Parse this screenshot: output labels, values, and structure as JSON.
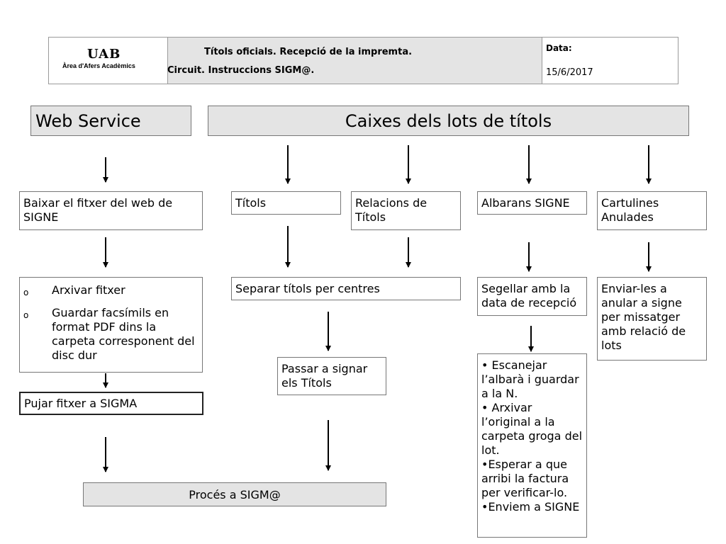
{
  "header": {
    "logo_text": "UAB",
    "logo_subtitle": "Àrea d'Afers Acadèmics",
    "title_line1": "Títols oficials. Recepció de la impremta.",
    "title_line2": "Circuit. Instruccions SIGM@.",
    "date_label": "Data:",
    "date_value": "15/6/2017"
  },
  "columns": {
    "web_service": {
      "heading": "Web Service",
      "step1": "Baixar el fitxer del web de SIGNE",
      "step2_items": [
        "Arxivar fitxer",
        "Guardar facsímils en format PDF dins la carpeta corresponent del disc dur"
      ],
      "step2_items_display": [
        "Arxivar fitxer",
        "Guardar facsímils en format PDF dins la carpeta corresponent del disc dur"
      ],
      "step3": "Pujar fitxer a SIGMA"
    },
    "caixes": {
      "heading": "Caixes dels lots de títols",
      "titols": "Títols",
      "relacions": "Relacions de Títols",
      "separar": "Separar títols per centres",
      "passar": "Passar a signar els Títols",
      "albarans": "Albarans SIGNE",
      "segellar": "Segellar amb la data de recepció",
      "albarans_items": [
        "• Escanejar l’albarà i guardar a la N.",
        "• Arxivar l’original a la carpeta groga del lot.",
        "•Esperar a que arribi la factura per verificar-lo.",
        "•Enviem a SIGNE"
      ],
      "cartulines": "Cartulines Anulades",
      "enviar": "Enviar-les a anular a signe per missatger amb relació de lots"
    },
    "final": "Procés a SIGM@"
  }
}
